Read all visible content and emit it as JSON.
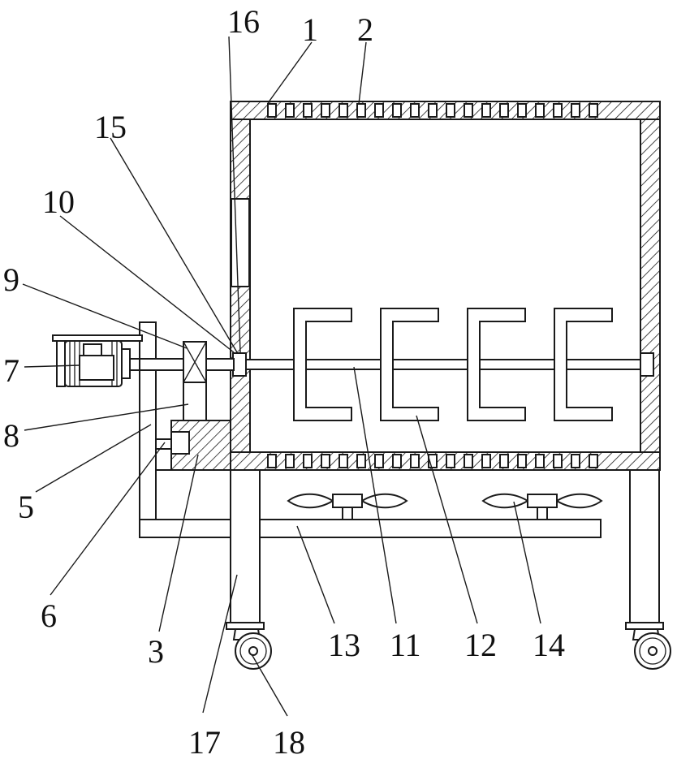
{
  "labels": {
    "l1": "1",
    "l2": "2",
    "l3": "3",
    "l5": "5",
    "l6": "6",
    "l7": "7",
    "l8": "8",
    "l9": "9",
    "l10": "10",
    "l11": "11",
    "l12": "12",
    "l13": "13",
    "l14": "14",
    "l15": "15",
    "l16": "16",
    "l17": "17",
    "l18": "18"
  },
  "colors": {
    "line": "#1a1a1a",
    "background": "#ffffff"
  }
}
